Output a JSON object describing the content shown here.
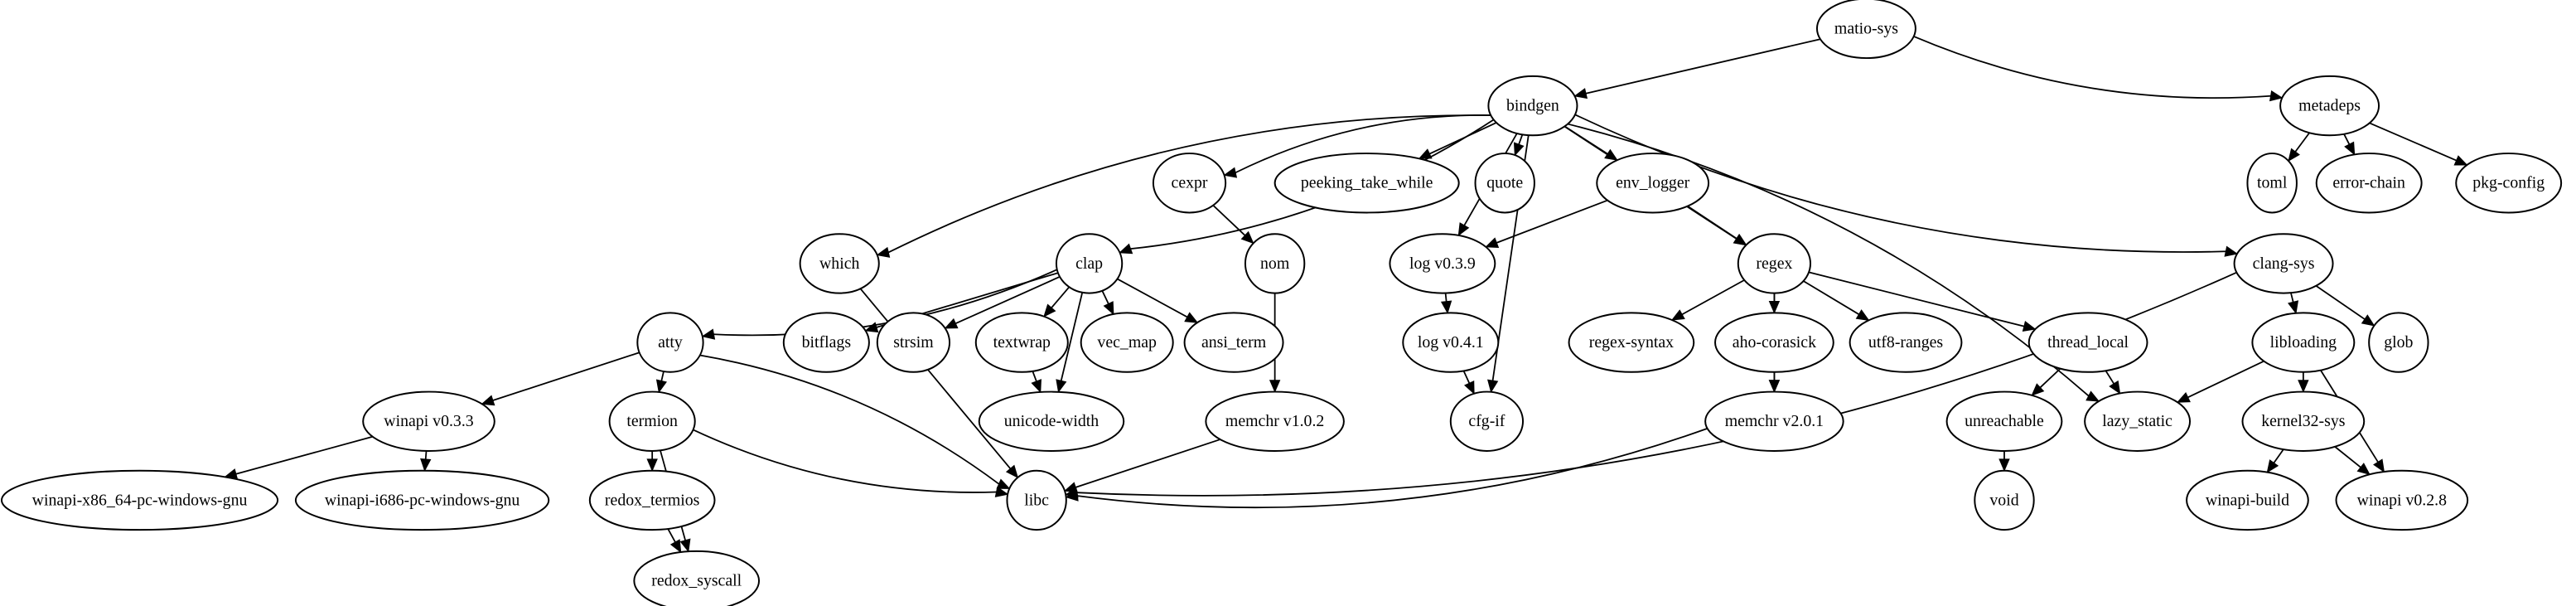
{
  "graph": {
    "nodes": [
      {
        "id": "matio-sys",
        "label": "matio-sys"
      },
      {
        "id": "bindgen",
        "label": "bindgen"
      },
      {
        "id": "metadeps",
        "label": "metadeps"
      },
      {
        "id": "cexpr",
        "label": "cexpr"
      },
      {
        "id": "peeking_take_while",
        "label": "peeking_take_while"
      },
      {
        "id": "quote",
        "label": "quote"
      },
      {
        "id": "env_logger",
        "label": "env_logger"
      },
      {
        "id": "toml",
        "label": "toml"
      },
      {
        "id": "error-chain",
        "label": "error-chain"
      },
      {
        "id": "pkg-config",
        "label": "pkg-config"
      },
      {
        "id": "which",
        "label": "which"
      },
      {
        "id": "clap",
        "label": "clap"
      },
      {
        "id": "nom",
        "label": "nom"
      },
      {
        "id": "log039",
        "label": "log v0.3.9"
      },
      {
        "id": "regex",
        "label": "regex"
      },
      {
        "id": "clang-sys",
        "label": "clang-sys"
      },
      {
        "id": "atty",
        "label": "atty"
      },
      {
        "id": "bitflags",
        "label": "bitflags"
      },
      {
        "id": "strsim",
        "label": "strsim"
      },
      {
        "id": "textwrap",
        "label": "textwrap"
      },
      {
        "id": "vec_map",
        "label": "vec_map"
      },
      {
        "id": "ansi_term",
        "label": "ansi_term"
      },
      {
        "id": "log041",
        "label": "log v0.4.1"
      },
      {
        "id": "regex-syntax",
        "label": "regex-syntax"
      },
      {
        "id": "aho-corasick",
        "label": "aho-corasick"
      },
      {
        "id": "utf8-ranges",
        "label": "utf8-ranges"
      },
      {
        "id": "thread_local",
        "label": "thread_local"
      },
      {
        "id": "libloading",
        "label": "libloading"
      },
      {
        "id": "glob",
        "label": "glob"
      },
      {
        "id": "winapi033",
        "label": "winapi v0.3.3"
      },
      {
        "id": "termion",
        "label": "termion"
      },
      {
        "id": "unicode-width",
        "label": "unicode-width"
      },
      {
        "id": "memchr102",
        "label": "memchr v1.0.2"
      },
      {
        "id": "cfg-if",
        "label": "cfg-if"
      },
      {
        "id": "memchr201",
        "label": "memchr v2.0.1"
      },
      {
        "id": "unreachable",
        "label": "unreachable"
      },
      {
        "id": "lazy_static",
        "label": "lazy_static"
      },
      {
        "id": "kernel32-sys",
        "label": "kernel32-sys"
      },
      {
        "id": "winapi-x86_64",
        "label": "winapi-x86_64-pc-windows-gnu"
      },
      {
        "id": "winapi-i686",
        "label": "winapi-i686-pc-windows-gnu"
      },
      {
        "id": "redox_termios",
        "label": "redox_termios"
      },
      {
        "id": "libc",
        "label": "libc"
      },
      {
        "id": "void",
        "label": "void"
      },
      {
        "id": "winapi-build",
        "label": "winapi-build"
      },
      {
        "id": "winapi028",
        "label": "winapi v0.2.8"
      },
      {
        "id": "redox_syscall",
        "label": "redox_syscall"
      }
    ],
    "edges": [
      [
        "matio-sys",
        "bindgen"
      ],
      [
        "matio-sys",
        "metadeps"
      ],
      [
        "metadeps",
        "toml"
      ],
      [
        "metadeps",
        "error-chain"
      ],
      [
        "metadeps",
        "pkg-config"
      ],
      [
        "bindgen",
        "cexpr"
      ],
      [
        "bindgen",
        "peeking_take_while"
      ],
      [
        "bindgen",
        "quote"
      ],
      [
        "bindgen",
        "env_logger"
      ],
      [
        "bindgen",
        "which"
      ],
      [
        "bindgen",
        "clap"
      ],
      [
        "bindgen",
        "log039"
      ],
      [
        "bindgen",
        "regex"
      ],
      [
        "bindgen",
        "cfg-if"
      ],
      [
        "bindgen",
        "lazy_static"
      ],
      [
        "bindgen",
        "clang-sys"
      ],
      [
        "cexpr",
        "nom"
      ],
      [
        "env_logger",
        "log039"
      ],
      [
        "env_logger",
        "regex"
      ],
      [
        "which",
        "libc"
      ],
      [
        "clap",
        "atty"
      ],
      [
        "clap",
        "bitflags"
      ],
      [
        "clap",
        "strsim"
      ],
      [
        "clap",
        "textwrap"
      ],
      [
        "clap",
        "vec_map"
      ],
      [
        "clap",
        "ansi_term"
      ],
      [
        "clap",
        "unicode-width"
      ],
      [
        "textwrap",
        "unicode-width"
      ],
      [
        "nom",
        "memchr102"
      ],
      [
        "log039",
        "log041"
      ],
      [
        "log041",
        "cfg-if"
      ],
      [
        "regex",
        "regex-syntax"
      ],
      [
        "regex",
        "aho-corasick"
      ],
      [
        "regex",
        "utf8-ranges"
      ],
      [
        "regex",
        "thread_local"
      ],
      [
        "regex",
        "memchr201"
      ],
      [
        "aho-corasick",
        "memchr201"
      ],
      [
        "thread_local",
        "unreachable"
      ],
      [
        "thread_local",
        "lazy_static"
      ],
      [
        "unreachable",
        "void"
      ],
      [
        "clang-sys",
        "libloading"
      ],
      [
        "clang-sys",
        "glob"
      ],
      [
        "clang-sys",
        "libc"
      ],
      [
        "libloading",
        "lazy_static"
      ],
      [
        "libloading",
        "kernel32-sys"
      ],
      [
        "libloading",
        "winapi028"
      ],
      [
        "kernel32-sys",
        "winapi-build"
      ],
      [
        "kernel32-sys",
        "winapi028"
      ],
      [
        "atty",
        "winapi033"
      ],
      [
        "atty",
        "termion"
      ],
      [
        "atty",
        "libc"
      ],
      [
        "winapi033",
        "winapi-x86_64"
      ],
      [
        "winapi033",
        "winapi-i686"
      ],
      [
        "termion",
        "redox_termios"
      ],
      [
        "termion",
        "redox_syscall"
      ],
      [
        "termion",
        "libc"
      ],
      [
        "redox_termios",
        "redox_syscall"
      ],
      [
        "memchr102",
        "libc"
      ],
      [
        "memchr201",
        "libc"
      ]
    ]
  }
}
